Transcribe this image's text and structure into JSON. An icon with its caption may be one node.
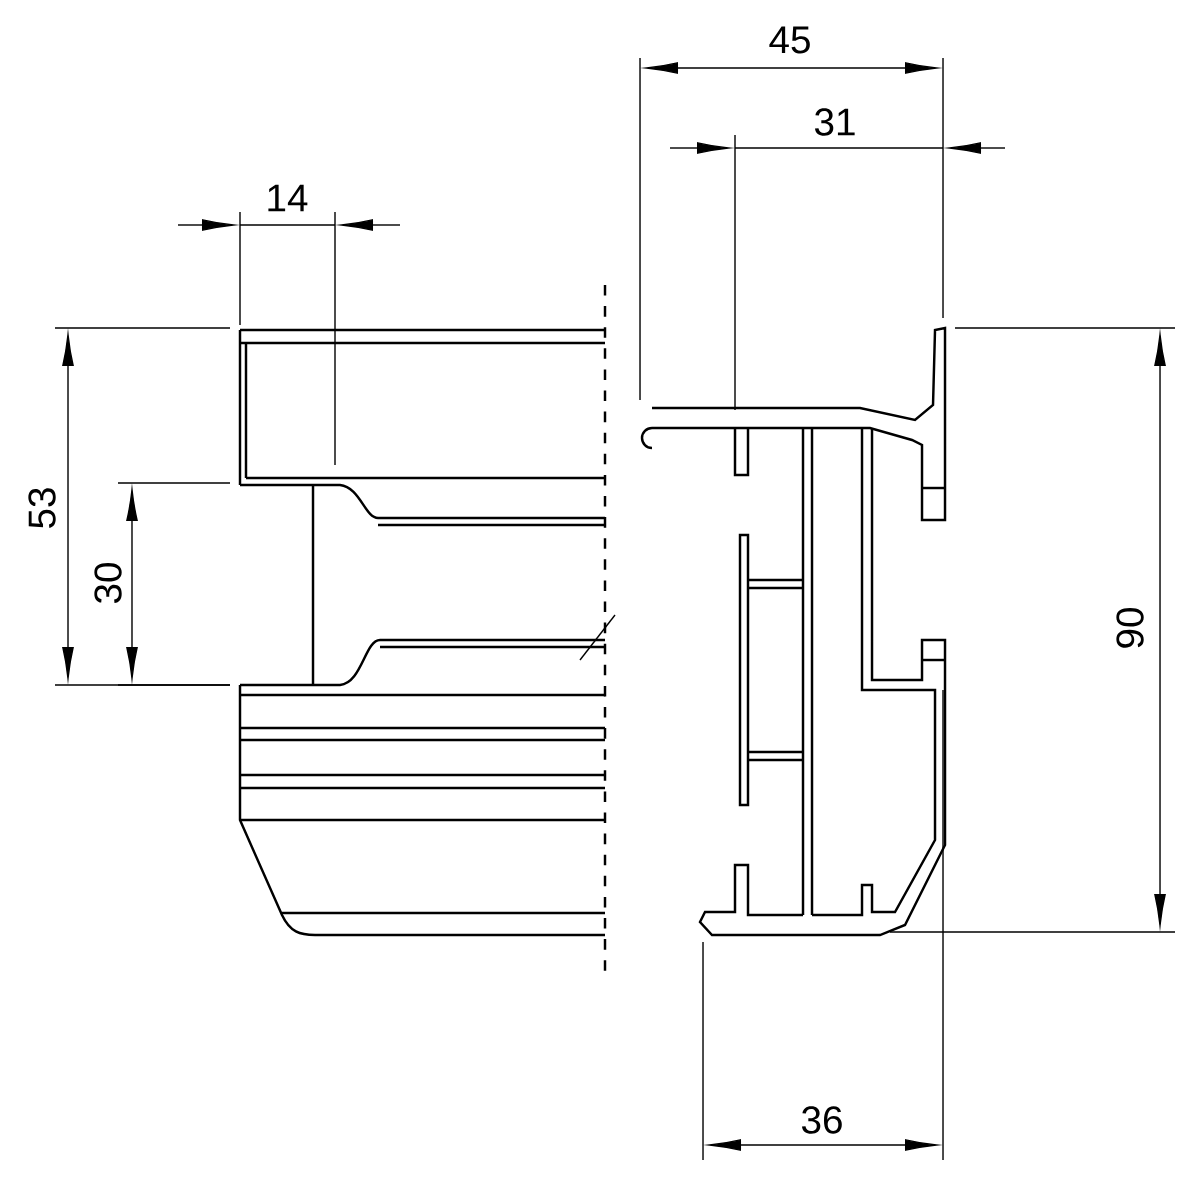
{
  "diagram": {
    "labels": [
      "45",
      "31",
      "14",
      "53",
      "30",
      "90",
      "36"
    ]
  }
}
